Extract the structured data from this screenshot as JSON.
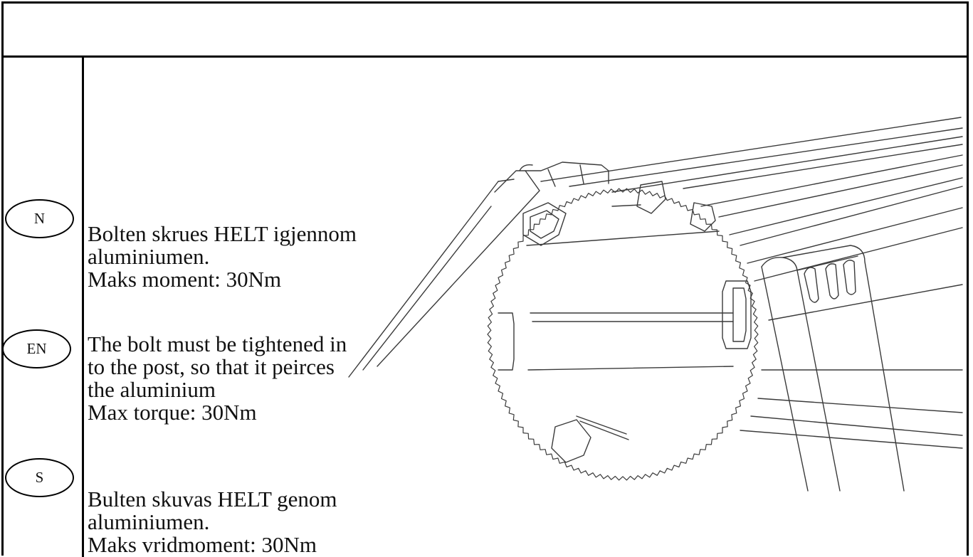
{
  "header": {
    "title": ""
  },
  "languages": [
    {
      "code": "N",
      "lines": [
        "Bolten skrues HELT igjennom",
        "aluminiumen.",
        "Maks moment: 30Nm"
      ]
    },
    {
      "code": "EN",
      "lines": [
        "The bolt must be tightened in",
        "to the post, so that it peirces",
        "the aluminium",
        "Max torque: 30Nm"
      ]
    },
    {
      "code": "S",
      "lines": [
        "Bulten skuvas HELT genom",
        "aluminiumen.",
        "Maks vridmoment: 30Nm"
      ]
    }
  ],
  "colors": {
    "line": "#000000",
    "drawing": "#3a3a3a",
    "background": "#ffffff"
  }
}
